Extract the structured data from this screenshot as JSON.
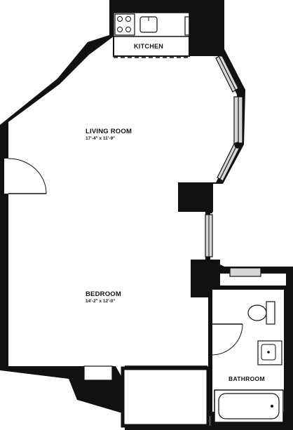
{
  "rooms": {
    "kitchen": {
      "name": "KITCHEN"
    },
    "living_room": {
      "name": "LIVING ROOM",
      "dimensions": "17'-4\" x 11'-9\""
    },
    "bedroom": {
      "name": "BEDROOM",
      "dimensions": "14'-2\" x 12'-0\""
    },
    "bathroom": {
      "name": "BATHROOM"
    }
  },
  "colors": {
    "wall": "#111111",
    "background": "#ffffff",
    "window_fill": "#d6d6d6"
  }
}
